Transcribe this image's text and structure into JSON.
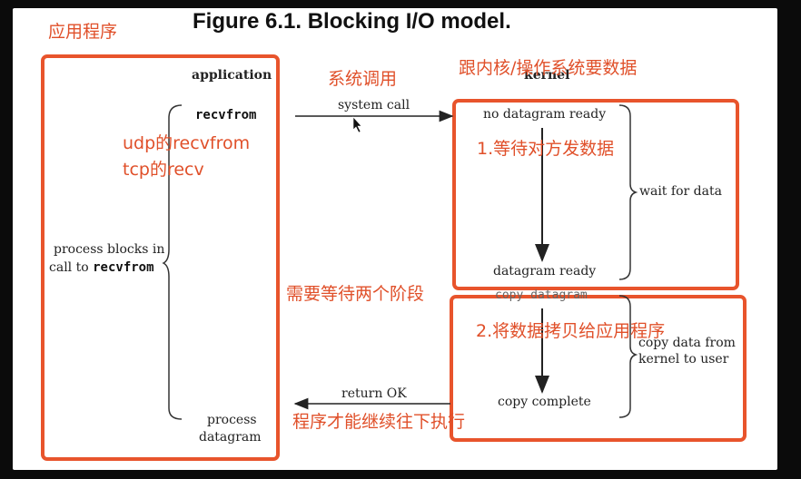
{
  "figure": {
    "title": "Figure 6.1. Blocking I/O model.",
    "application_label": "application",
    "kernel_label": "kernel",
    "recvfrom_label": "recvfrom",
    "system_call_label": "system call",
    "no_datagram_ready": "no datagram ready",
    "datagram_ready": "datagram ready",
    "copy_datagram": "copy datagram",
    "copy_complete": "copy complete",
    "return_ok": "return OK",
    "process_blocks_line1": "process blocks in",
    "process_blocks_line2_prefix": "call to",
    "process_blocks_line2_code": "recvfrom",
    "wait_for_data": "wait for data",
    "copy_data_from_line1": "copy data from",
    "copy_data_from_line2": "kernel to user",
    "process_datagram_line1": "process",
    "process_datagram_line2": "datagram"
  },
  "annotations": {
    "app_program": "应用程序",
    "system_call_cn": "系统调用",
    "kernel_request": "跟内核/操作系统要数据",
    "udp_recvfrom": "udp的recvfrom",
    "tcp_recv": "tcp的recv",
    "step1": "1.等待对方发数据",
    "two_stages": "需要等待两个阶段",
    "step2": "2.将数据拷贝给应用程序",
    "continue_exec": "程序才能继续往下执行"
  },
  "colors": {
    "annotation_red": "#e8542c",
    "background": "#0b0b0b",
    "figure_bg": "#ffffff"
  }
}
